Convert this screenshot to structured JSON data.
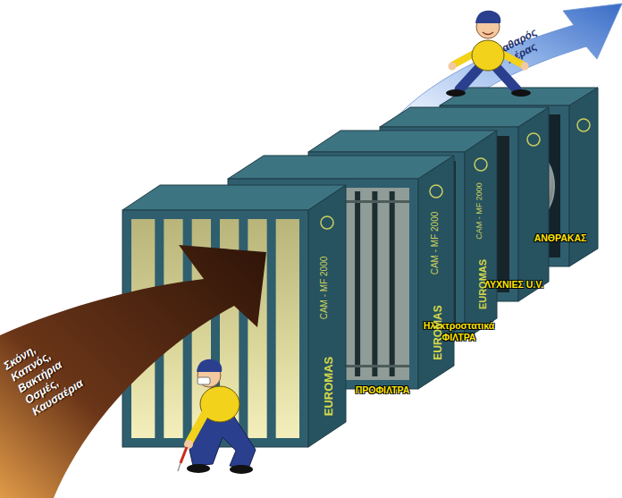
{
  "diagram": {
    "nodes": [
      {
        "text": [
          "Σκόνη, Καπνός, Βακτήρια Οσμές, Καυσαέρια"
        ]
      },
      {
        "text": [
          "ΠΡΟΦΙΛΤΡΑ"
        ]
      },
      {
        "text": [
          "Ηλεκτροστατικά ΦΙΛΤΡΑ"
        ]
      },
      {
        "text": [
          "ΛΥΧΝΙΕΣ U.V."
        ]
      },
      {
        "text": [
          "ΑΝΘΡΑΚΑΣ"
        ]
      },
      {
        "text": [
          "Καθαρός Αέρας"
        ]
      }
    ],
    "labels": [
      "EUROMAS",
      "CAM - MF 2000",
      "EUROMAS",
      "CAM - MF 2000",
      "EUROMAS",
      "CAM - MF 2000"
    ]
  }
}
